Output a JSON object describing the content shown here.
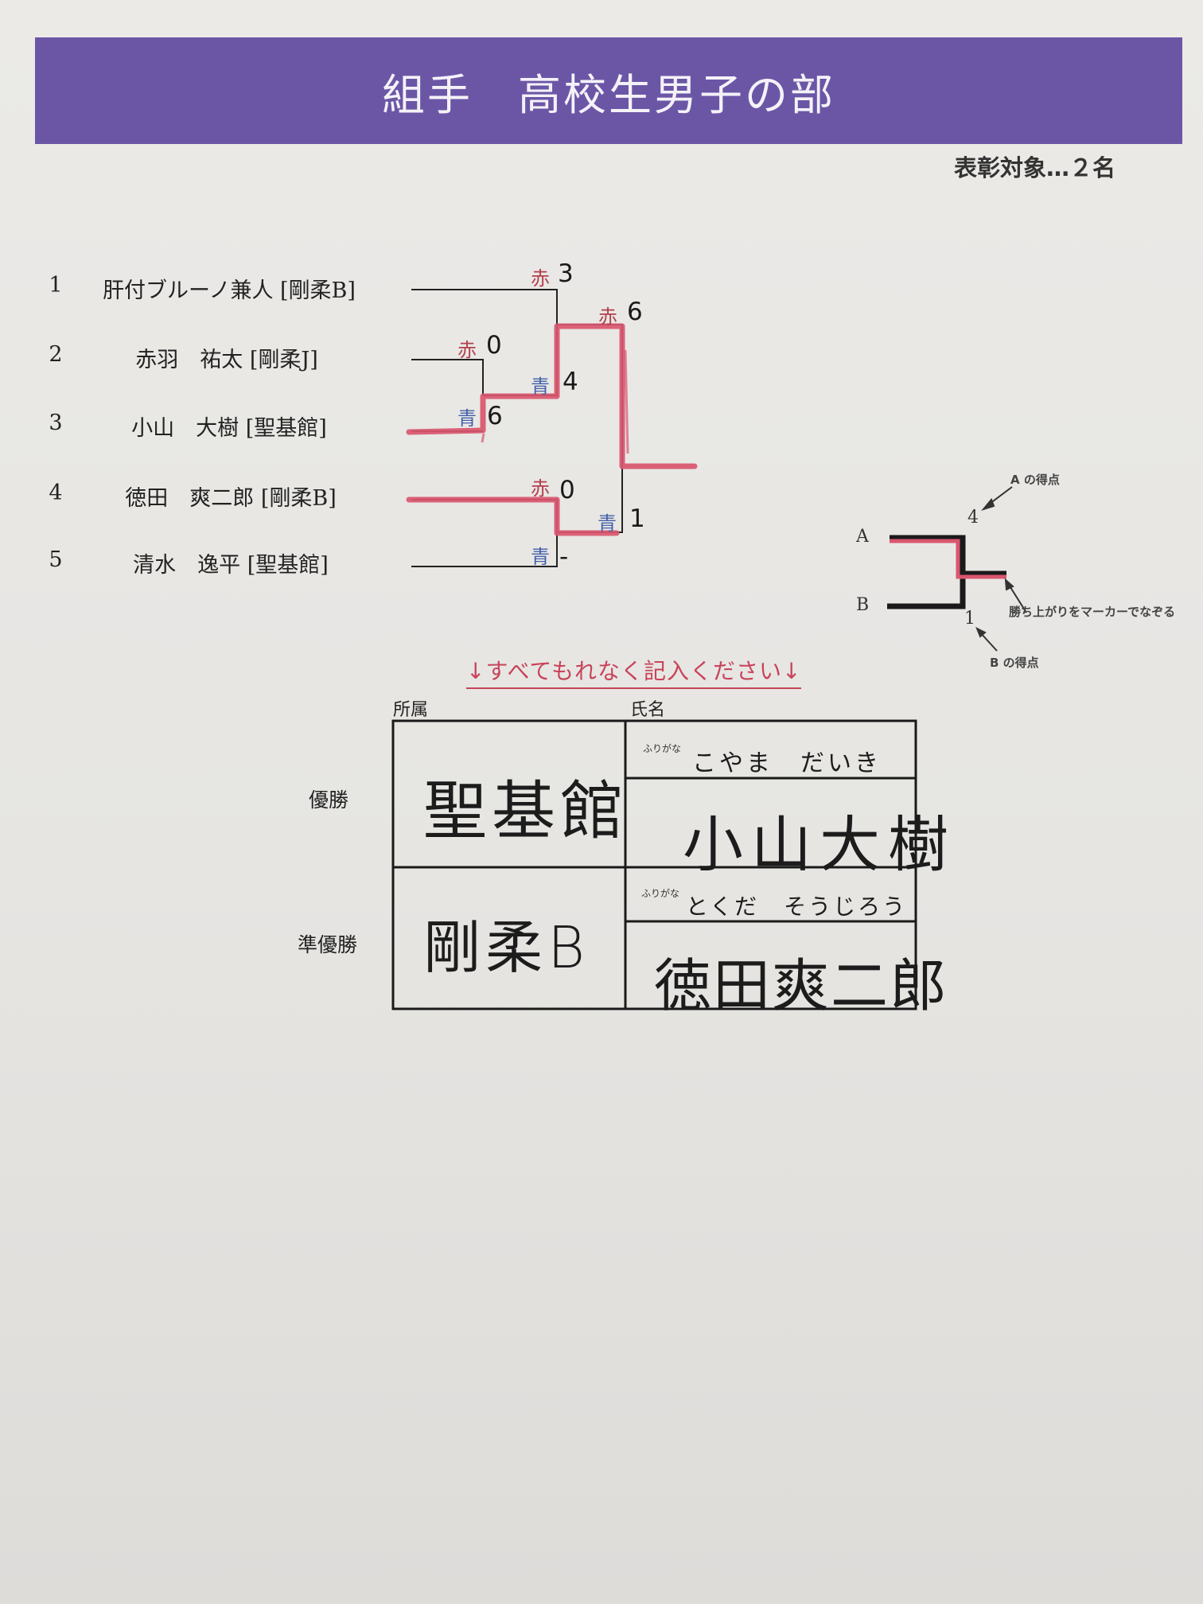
{
  "header": {
    "title": "組手　高校生男子の部",
    "award_note": "表彰対象…２名"
  },
  "entrants": [
    {
      "seed": "1",
      "name": "肝付ブルーノ兼人 [剛柔B]"
    },
    {
      "seed": "2",
      "name": "赤羽　祐太 [剛柔J]"
    },
    {
      "seed": "3",
      "name": "小山　大樹 [聖基館]"
    },
    {
      "seed": "4",
      "name": "徳田　爽二郎 [剛柔B]"
    },
    {
      "seed": "5",
      "name": "清水　逸平 [聖基館]"
    }
  ],
  "bracket": {
    "red_label": "赤",
    "blue_label": "青",
    "match_2v3": {
      "red": "0",
      "blue": "6"
    },
    "match_1vW": {
      "red": "3",
      "blue": "4"
    },
    "match_4v5": {
      "red": "0",
      "blue": "-"
    },
    "final": {
      "red": "6",
      "blue": "1"
    },
    "colors": {
      "marker": "#d9566e",
      "line": "#222222",
      "red_text": "#b3404e",
      "blue_text": "#4460a8"
    }
  },
  "legend": {
    "label_a": "A",
    "label_b": "B",
    "score_a": "4",
    "score_b": "1",
    "note_a": "A の得点",
    "note_b": "B の得点",
    "note_marker": "勝ち上がりをマーカーでなぞる"
  },
  "results": {
    "instruction": "↓すべてもれなく記入ください↓",
    "col_affiliation": "所属",
    "col_name": "氏名",
    "furigana_mark": "ふりがな",
    "winner": {
      "label": "優勝",
      "affiliation": "聖基館",
      "furigana": "こやま　だいき",
      "name": "小山大樹"
    },
    "runner_up": {
      "label": "準優勝",
      "affiliation": "剛柔B",
      "furigana": "とくだ　そうじろう",
      "name": "徳田爽二郎"
    }
  }
}
